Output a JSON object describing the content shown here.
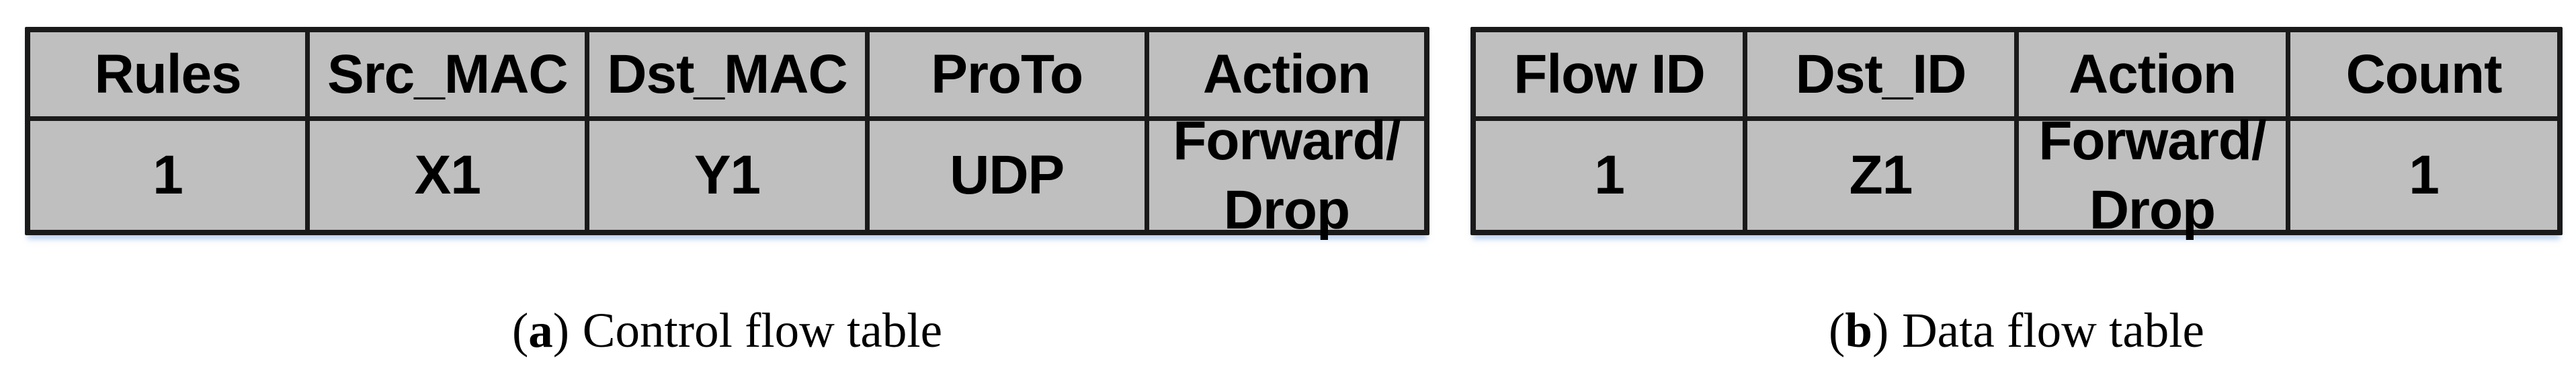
{
  "figure": {
    "colors": {
      "page_bg": "#ffffff",
      "cell_bg": "#bfbfbf",
      "border": "#1a1a1a",
      "text": "#000000",
      "bottom_shadow_tint": "#96b9e6"
    },
    "panel_a": {
      "table": {
        "headers": [
          "Rules",
          "Src_MAC",
          "Dst_MAC",
          "ProTo",
          "Action"
        ],
        "row": [
          "1",
          "X1",
          "Y1",
          "UDP",
          "Forward/\nDrop"
        ]
      },
      "caption": {
        "open_paren": "(",
        "label": "a",
        "close_paren": ")",
        "text": "Control flow table"
      }
    },
    "panel_b": {
      "table": {
        "headers": [
          "Flow ID",
          "Dst_ID",
          "Action",
          "Count"
        ],
        "row": [
          "1",
          "Z1",
          "Forward/\nDrop",
          "1"
        ]
      },
      "caption": {
        "open_paren": "(",
        "label": "b",
        "close_paren": ")",
        "text": "Data flow table"
      }
    }
  }
}
